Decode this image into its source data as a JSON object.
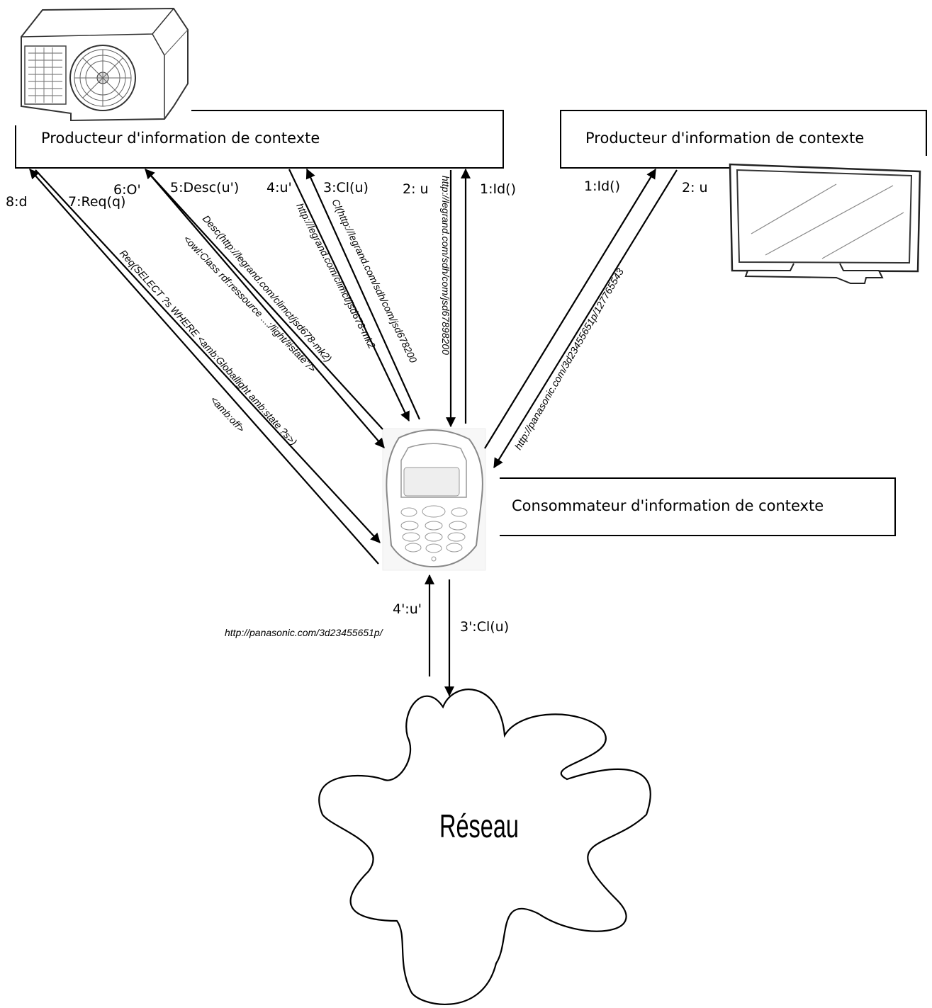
{
  "boxes": {
    "producer_left": "Producteur d'information de contexte",
    "producer_right": "Producteur d'information de contexte",
    "consumer": "Consommateur d'information de contexte"
  },
  "network_label": "Réseau",
  "left_labels": {
    "l8": "8:d",
    "l7": "7:Req(q)",
    "l6": "6:O'",
    "l5": "5:Desc(u')",
    "l4": "4:u'",
    "l3": "3:Cl(u)",
    "l2": "2: u",
    "l1": "1:Id()"
  },
  "right_labels": {
    "l1": "1:Id()",
    "l2": "2: u"
  },
  "bottom_labels": {
    "l4p": "4':u'",
    "l3p": "3':Cl(u)",
    "url": "http://panasonic.com/3d23455651p/"
  },
  "diag_text": {
    "req": "Req(SELECT ?s WHERE <amb:Globallight amb:state ?s>)",
    "amb_off": "<amb:off>",
    "owl": "<owl:Class rdf:ressource ...:/light/#state\"/>",
    "desc": "Desc(http://legrand.com/climct/jsd678-mk2)",
    "climct": "http://legrand.com/climct/jsd678-mk2",
    "cl": "Cl(http://legrand.com/sdh/com/jsd678200",
    "sdh": "http://legrand.com/sdh/com/jsd67898200",
    "panasonic": "http://panasonic.com/3d23455651p/127765543"
  }
}
